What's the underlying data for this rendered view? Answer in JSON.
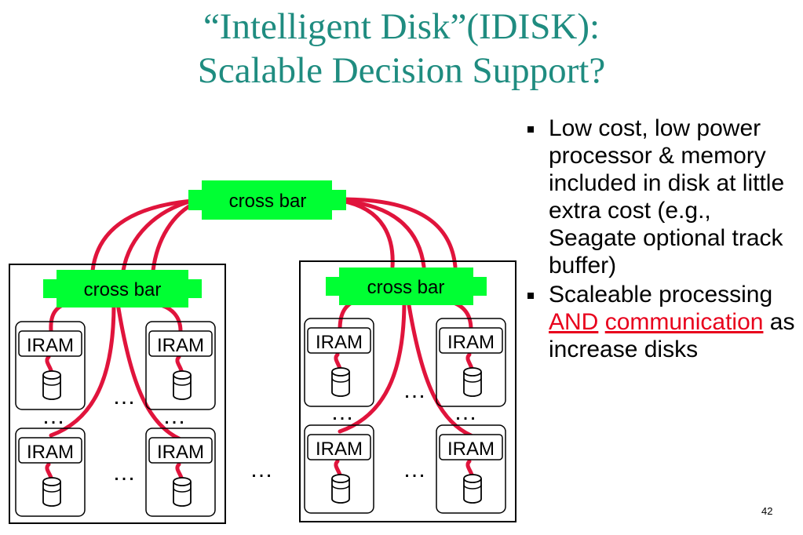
{
  "slide": {
    "title_line1": "“Intelligent Disk”(IDISK):",
    "title_line2": "Scalable Decision Support?",
    "page_number": "42"
  },
  "diagram": {
    "top_crossbar_label": "cross bar",
    "left_crossbar_label": "cross bar",
    "right_crossbar_label": "cross bar",
    "node_label": "IRAM",
    "ellipsis": "…",
    "colors": {
      "crossbar_fill": "#00ff33",
      "link": "#e0143c",
      "box_stroke": "#000000"
    }
  },
  "bullets": [
    {
      "text": "Low cost, low power processor & memory included in disk at little extra cost (e.g., Seagate optional track buffer)"
    },
    {
      "prefix": "Scaleable processing ",
      "highlight1": "AND",
      "mid": " ",
      "highlight2": "communication",
      "suffix": " as increase disks"
    }
  ]
}
